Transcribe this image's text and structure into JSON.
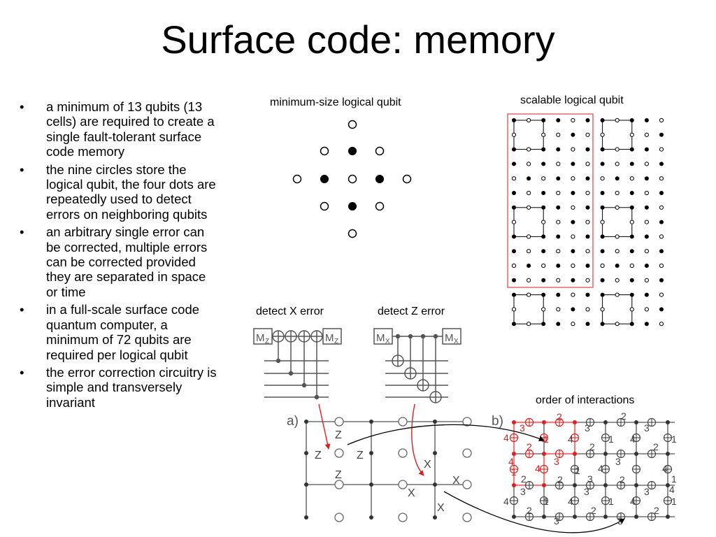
{
  "title": "Surface code: memory",
  "bullets": [
    "a minimum of 13 qubits (13 cells) are required to create a single fault-tolerant surface code memory",
    "the nine circles store the logical qubit, the four dots are repeatedly used to detect errors on neighboring qubits",
    "an arbitrary single error can be corrected, multiple errors can be corrected provided they are separated in space or time",
    "in a full-scale surface code quantum computer, a minimum of 72 qubits are required per logical qubit",
    "the error correction circuitry is simple and transversely invariant"
  ],
  "labels": {
    "minimum": "minimum-size logical qubit",
    "scalable": "scalable logical qubit",
    "detect_x": "detect X error",
    "detect_z": "detect Z error",
    "order": "order of interactions"
  },
  "circuit": {
    "mz": "M",
    "mz_sub": "Z",
    "mx": "M",
    "mx_sub": "X"
  },
  "panel_a": {
    "label": "a)",
    "z_marks": [
      "Z",
      "Z",
      "Z",
      "Z"
    ],
    "x_marks": [
      "X",
      "X",
      "X",
      "X"
    ]
  },
  "panel_b": {
    "label": "b)",
    "red_numbers": [
      "3",
      "2",
      "4",
      "2",
      "1",
      "3",
      "4",
      "1",
      "4"
    ],
    "black_numbers": [
      "3",
      "2",
      "3",
      "4",
      "2",
      "1",
      "4",
      "2",
      "1",
      "3",
      "4",
      "1",
      "2",
      "4",
      "2",
      "3",
      "4",
      "1",
      "4",
      "2",
      "1",
      "3",
      "3",
      "4",
      "2",
      "1",
      "3",
      "4",
      "2",
      "1",
      "3",
      "2",
      "3"
    ]
  },
  "colors": {
    "red": "#e02020",
    "highlight": "#f08080",
    "gray": "#555555"
  }
}
